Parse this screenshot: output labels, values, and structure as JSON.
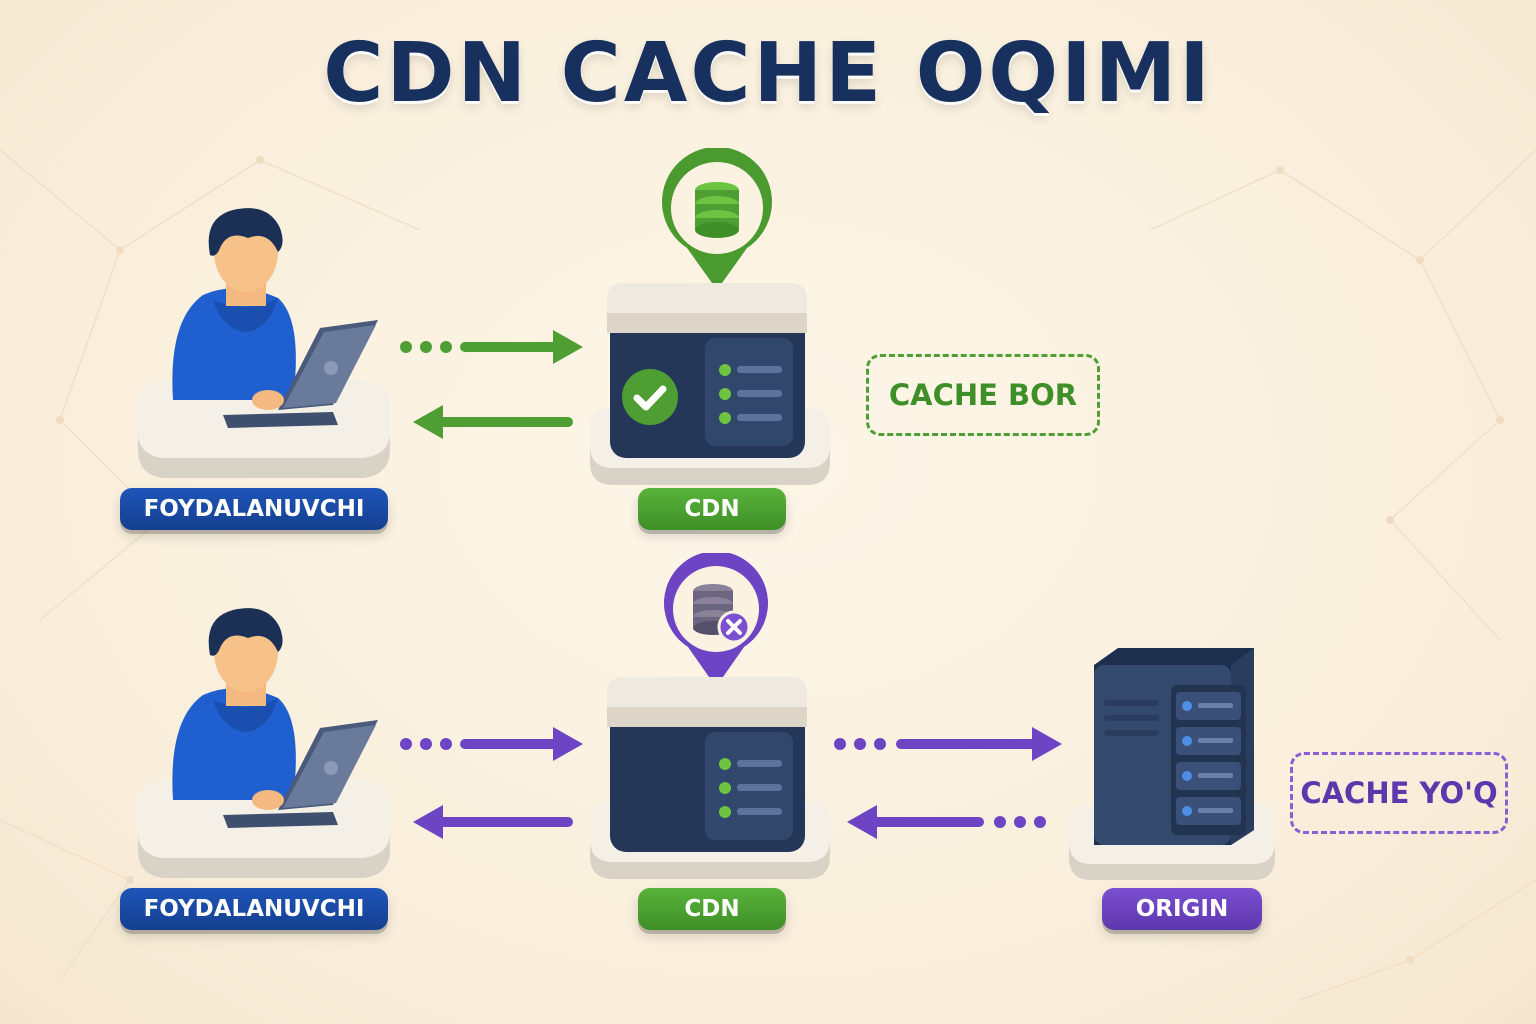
{
  "title": "CDN CACHE OQIMI",
  "nodes": {
    "user": "FOYDALANUVCHI",
    "cdn": "CDN",
    "origin": "ORIGIN"
  },
  "status": {
    "hit": "CACHE BOR",
    "miss": "CACHE YO'Q"
  },
  "colors": {
    "title": "#17305e",
    "hit": "#4f9e34",
    "miss": "#6d44c4",
    "user_label": "#1a4aa6",
    "cdn_label": "#4da233",
    "origin_label": "#6a43c0",
    "server_body": "#2a3d5f",
    "background": "#fbf2e2"
  },
  "icons": [
    "user-laptop-icon",
    "cdn-server-icon",
    "database-pin-icon",
    "check-icon",
    "database-x-icon",
    "origin-server-icon"
  ]
}
